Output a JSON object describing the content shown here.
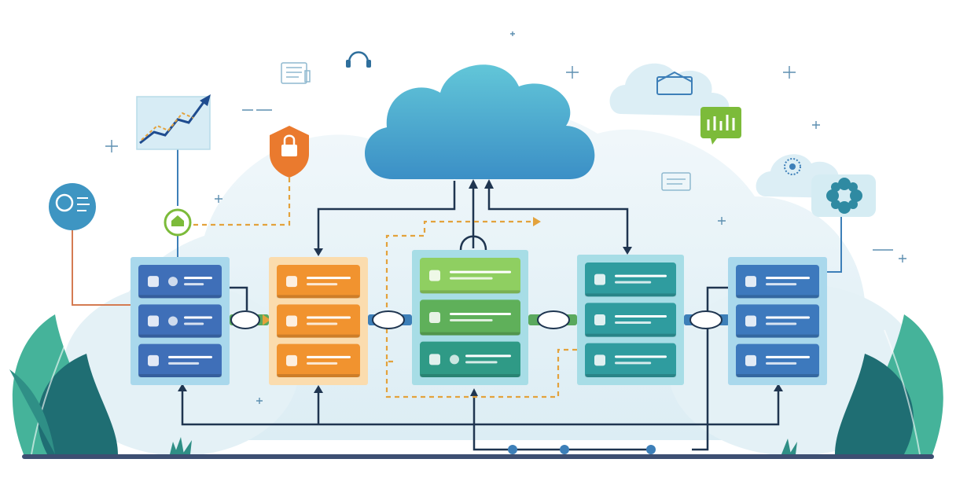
{
  "diagram": {
    "colors": {
      "cloud_main": "#4fb6cf",
      "cloud_main_dark": "#3d8fc4",
      "backdrop": "#e3f1f6",
      "line_navy": "#1f3550",
      "line_orange_dashed": "#e3a23c",
      "line_rust": "#d47b52",
      "lock_badge": "#ea7a2e",
      "chart_badge": "#7cbb3a",
      "leaf_dark": "#1f6e73",
      "leaf_light": "#45b39a",
      "ground": "#3d4f72"
    },
    "floating_icons": [
      {
        "name": "trend-chart-icon"
      },
      {
        "name": "lock-shield-icon"
      },
      {
        "name": "home-node-icon"
      },
      {
        "name": "user-chat-icon"
      },
      {
        "name": "bar-chart-badge-icon"
      },
      {
        "name": "gear-flower-icon"
      },
      {
        "name": "headset-icon"
      },
      {
        "name": "printer-icon"
      }
    ],
    "panels": [
      {
        "name": "panel-blue-left",
        "frame": "#a9d8ec",
        "rows": [
          {
            "color": "#3f6fb8",
            "icons": [
              "server-icon",
              "chat-icon"
            ]
          },
          {
            "color": "#3f6fb8",
            "icons": [
              "tools-icon",
              "box-icon"
            ]
          },
          {
            "color": "#3f6fb8",
            "icons": [
              "card-icon"
            ]
          }
        ]
      },
      {
        "name": "panel-orange",
        "frame": "#fbdcae",
        "rows": [
          {
            "color": "#f1932f",
            "icons": [
              "list-icon"
            ]
          },
          {
            "color": "#f1932f",
            "icons": [
              "list-icon"
            ]
          },
          {
            "color": "#f1932f",
            "icons": [
              "list-icon"
            ]
          }
        ]
      },
      {
        "name": "panel-center",
        "frame": "#a7dde6",
        "rows": [
          {
            "color": "#8fcf61",
            "icons": [
              "image-icon"
            ]
          },
          {
            "color": "#5fb05a",
            "icons": [
              "star-icon"
            ]
          },
          {
            "color": "#2f9a86",
            "icons": [
              "shield-icon",
              "play-icon"
            ]
          }
        ]
      },
      {
        "name": "panel-teal",
        "frame": "#a7dde6",
        "rows": [
          {
            "color": "#2f9c9f",
            "icons": [
              "user-icon"
            ]
          },
          {
            "color": "#2f9c9f",
            "icons": [
              "heart-icon"
            ]
          },
          {
            "color": "#2f9c9f",
            "icons": [
              "diamond-icon"
            ]
          }
        ]
      },
      {
        "name": "panel-blue-right",
        "frame": "#a9d8ec",
        "rows": [
          {
            "color": "#3d79bd",
            "icons": [
              "close-icon"
            ]
          },
          {
            "color": "#3d79bd",
            "icons": [
              "database-icon"
            ]
          },
          {
            "color": "#3d79bd",
            "icons": [
              "id-card-icon"
            ]
          }
        ]
      }
    ]
  }
}
